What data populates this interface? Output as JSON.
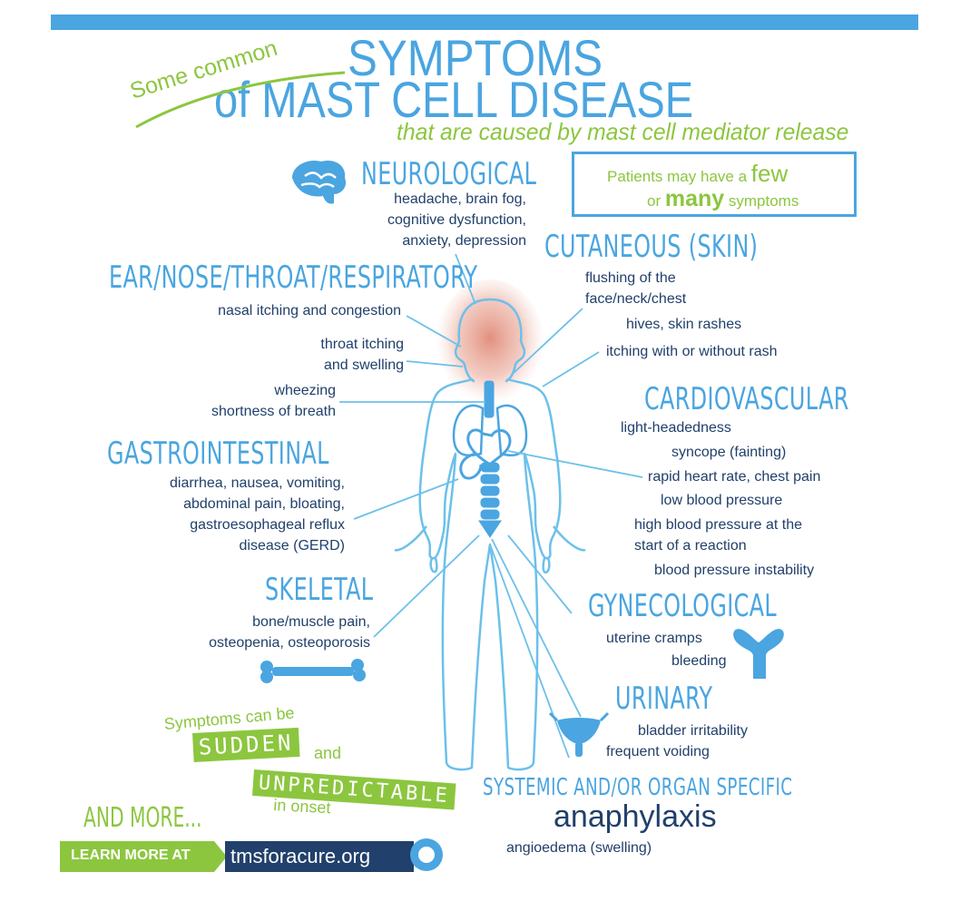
{
  "header": {
    "title_line1": "SYMPTOMS",
    "title_line2": "of MAST CELL DISEASE",
    "some_common": "Some common",
    "subtitle": "that are caused by mast cell mediator release"
  },
  "callout": {
    "line1_pre": "Patients may have a ",
    "line1_emph": "few",
    "line2_pre": "or ",
    "line2_emph": "many",
    "line2_post": " symptoms"
  },
  "categories": {
    "neuro": {
      "title": "NEUROLOGICAL",
      "items": [
        "headache, brain fog,",
        "cognitive dysfunction,",
        "anxiety, depression"
      ]
    },
    "ent": {
      "title": "EAR/NOSE/THROAT/RESPIRATORY",
      "items": [
        "nasal itching and congestion",
        "throat itching",
        "and swelling",
        "wheezing",
        "shortness of breath"
      ]
    },
    "skin": {
      "title": "CUTANEOUS (SKIN)",
      "items": [
        "flushing of the",
        "face/neck/chest",
        "hives, skin rashes",
        "itching with or without rash"
      ]
    },
    "cardio": {
      "title": "CARDIOVASCULAR",
      "items": [
        "light-headedness",
        "syncope (fainting)",
        "rapid heart rate, chest pain",
        "low blood pressure",
        "high blood pressure at the",
        "start of a reaction",
        "blood pressure instability"
      ]
    },
    "gi": {
      "title": "GASTROINTESTINAL",
      "items": [
        "diarrhea, nausea, vomiting,",
        "abdominal pain, bloating,",
        "gastroesophageal reflux",
        "disease (GERD)"
      ]
    },
    "skeletal": {
      "title": "SKELETAL",
      "items": [
        "bone/muscle pain,",
        "osteopenia, osteoporosis"
      ]
    },
    "gyn": {
      "title": "GYNECOLOGICAL",
      "items": [
        "uterine cramps",
        "bleeding"
      ]
    },
    "urinary": {
      "title": "URINARY",
      "items": [
        "bladder irritability",
        "frequent voiding"
      ]
    },
    "systemic": {
      "title": "SYSTEMIC AND/OR ORGAN SPECIFIC",
      "big": "anaphylaxis",
      "items": [
        "angioedema (swelling)"
      ]
    }
  },
  "sudden": {
    "line1": "Symptoms can be",
    "sudden": "SUDDEN",
    "and": "and",
    "unpredictable": "UNPREDICTABLE",
    "in_onset": "in onset"
  },
  "footer": {
    "and_more": "AND MORE...",
    "learn_more": "LEARN MORE AT",
    "url": "tmsforacure.org"
  },
  "colors": {
    "blue": "#4aa5e0",
    "navy": "#21406b",
    "green": "#8cc63f",
    "flush": "#e8a090"
  }
}
